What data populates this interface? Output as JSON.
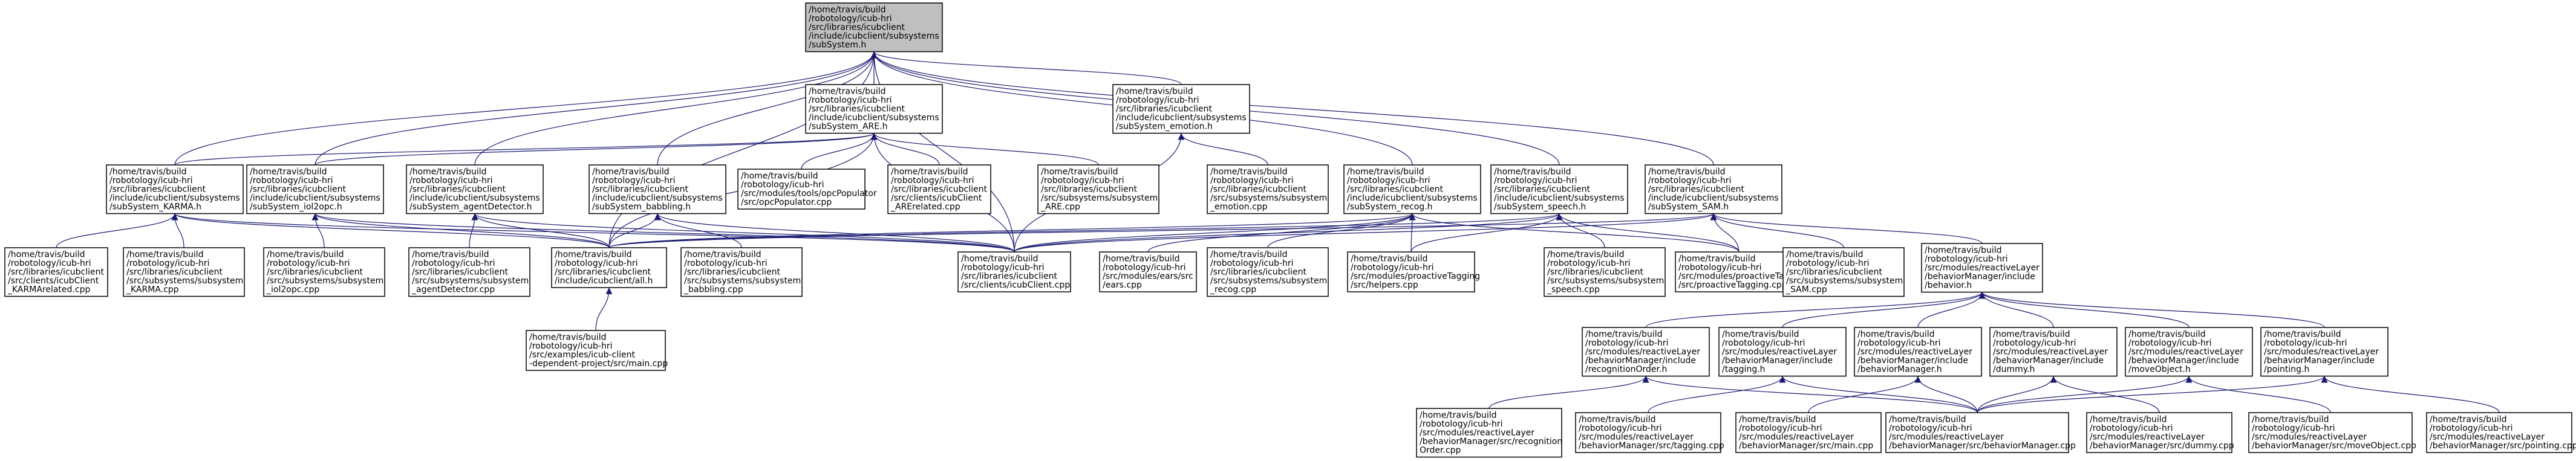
{
  "colors": {
    "edge": "#191970",
    "root_fill": "#bfbfbf",
    "node_fill": "#ffffff",
    "node_border": "#000000"
  },
  "nodes": {
    "subsystem_h": [
      "/home/travis/build",
      "/robotology/icub-hri",
      "/src/libraries/icubclient",
      "/include/icubclient/subsystems",
      "/subSystem.h"
    ],
    "ARE_h": [
      "/home/travis/build",
      "/robotology/icub-hri",
      "/src/libraries/icubclient",
      "/include/icubclient/subsystems",
      "/subSystem_ARE.h"
    ],
    "emotion_h": [
      "/home/travis/build",
      "/robotology/icub-hri",
      "/src/libraries/icubclient",
      "/include/icubclient/subsystems",
      "/subSystem_emotion.h"
    ],
    "KARMA_h": [
      "/home/travis/build",
      "/robotology/icub-hri",
      "/src/libraries/icubclient",
      "/include/icubclient/subsystems",
      "/subSystem_KARMA.h"
    ],
    "iol2opc_h": [
      "/home/travis/build",
      "/robotology/icub-hri",
      "/src/libraries/icubclient",
      "/include/icubclient/subsystems",
      "/subSystem_iol2opc.h"
    ],
    "agentDetector_h": [
      "/home/travis/build",
      "/robotology/icub-hri",
      "/src/libraries/icubclient",
      "/include/icubclient/subsystems",
      "/subSystem_agentDetector.h"
    ],
    "babbling_h": [
      "/home/travis/build",
      "/robotology/icub-hri",
      "/src/libraries/icubclient",
      "/include/icubclient/subsystems",
      "/subSystem_babbling.h"
    ],
    "opcPopulator_cpp": [
      "/home/travis/build",
      "/robotology/icub-hri",
      "/src/modules/tools/opcPopulator",
      "/src/opcPopulator.cpp"
    ],
    "AREclient_cpp": [
      "/home/travis/build",
      "/robotology/icub-hri",
      "/src/libraries/icubclient",
      "/src/clients/icubClient",
      "_ARErelated.cpp"
    ],
    "ARE_cpp": [
      "/home/travis/build",
      "/robotology/icub-hri",
      "/src/libraries/icubclient",
      "/src/subsystems/subsystem",
      "_ARE.cpp"
    ],
    "emotion_cpp": [
      "/home/travis/build",
      "/robotology/icub-hri",
      "/src/libraries/icubclient",
      "/src/subsystems/subsystem",
      "_emotion.cpp"
    ],
    "recog_h": [
      "/home/travis/build",
      "/robotology/icub-hri",
      "/src/libraries/icubclient",
      "/include/icubclient/subsystems",
      "/subSystem_recog.h"
    ],
    "speech_h": [
      "/home/travis/build",
      "/robotology/icub-hri",
      "/src/libraries/icubclient",
      "/include/icubclient/subsystems",
      "/subSystem_speech.h"
    ],
    "SAM_h": [
      "/home/travis/build",
      "/robotology/icub-hri",
      "/src/libraries/icubclient",
      "/include/icubclient/subsystems",
      "/subSystem_SAM.h"
    ],
    "KARMAclient_cpp": [
      "/home/travis/build",
      "/robotology/icub-hri",
      "/src/libraries/icubclient",
      "/src/clients/icubClient",
      "_KARMArelated.cpp"
    ],
    "KARMA_cpp": [
      "/home/travis/build",
      "/robotology/icub-hri",
      "/src/libraries/icubclient",
      "/src/subsystems/subsystem",
      "_KARMA.cpp"
    ],
    "iol2opc_cpp": [
      "/home/travis/build",
      "/robotology/icub-hri",
      "/src/libraries/icubclient",
      "/src/subsystems/subsystem",
      "_iol2opc.cpp"
    ],
    "agentDetector_cpp": [
      "/home/travis/build",
      "/robotology/icub-hri",
      "/src/libraries/icubclient",
      "/src/subsystems/subsystem",
      "_agentDetector.cpp"
    ],
    "all_h": [
      "/home/travis/build",
      "/robotology/icub-hri",
      "/src/libraries/icubclient",
      "/include/icubclient/all.h"
    ],
    "babbling_cpp": [
      "/home/travis/build",
      "/robotology/icub-hri",
      "/src/libraries/icubclient",
      "/src/subsystems/subsystem",
      "_babbling.cpp"
    ],
    "icubClient_cpp": [
      "/home/travis/build",
      "/robotology/icub-hri",
      "/src/libraries/icubclient",
      "/src/clients/icubClient.cpp"
    ],
    "ears_cpp": [
      "/home/travis/build",
      "/robotology/icub-hri",
      "/src/modules/ears/src",
      "/ears.cpp"
    ],
    "recog_cpp": [
      "/home/travis/build",
      "/robotology/icub-hri",
      "/src/libraries/icubclient",
      "/src/subsystems/subsystem",
      "_recog.cpp"
    ],
    "helpers_cpp": [
      "/home/travis/build",
      "/robotology/icub-hri",
      "/src/modules/proactiveTagging",
      "/src/helpers.cpp"
    ],
    "speech_cpp": [
      "/home/travis/build",
      "/robotology/icub-hri",
      "/src/libraries/icubclient",
      "/src/subsystems/subsystem",
      "_speech.cpp"
    ],
    "proactiveTagging_cpp": [
      "/home/travis/build",
      "/robotology/icub-hri",
      "/src/modules/proactiveTagging",
      "/src/proactiveTagging.cpp"
    ],
    "SAM_cpp": [
      "/home/travis/build",
      "/robotology/icub-hri",
      "/src/libraries/icubclient",
      "/src/subsystems/subsystem",
      "_SAM.cpp"
    ],
    "behavior_h": [
      "/home/travis/build",
      "/robotology/icub-hri",
      "/src/modules/reactiveLayer",
      "/behaviorManager/include",
      "/behavior.h"
    ],
    "main_dep_cpp": [
      "/home/travis/build",
      "/robotology/icub-hri",
      "/src/examples/icub-client",
      "-dependent-project/src/main.cpp"
    ],
    "recognitionOrder_h": [
      "/home/travis/build",
      "/robotology/icub-hri",
      "/src/modules/reactiveLayer",
      "/behaviorManager/include",
      "/recognitionOrder.h"
    ],
    "tagging_h": [
      "/home/travis/build",
      "/robotology/icub-hri",
      "/src/modules/reactiveLayer",
      "/behaviorManager/include",
      "/tagging.h"
    ],
    "behaviorManager_h": [
      "/home/travis/build",
      "/robotology/icub-hri",
      "/src/modules/reactiveLayer",
      "/behaviorManager/include",
      "/behaviorManager.h"
    ],
    "dummy_h": [
      "/home/travis/build",
      "/robotology/icub-hri",
      "/src/modules/reactiveLayer",
      "/behaviorManager/include",
      "/dummy.h"
    ],
    "moveObject_h": [
      "/home/travis/build",
      "/robotology/icub-hri",
      "/src/modules/reactiveLayer",
      "/behaviorManager/include",
      "/moveObject.h"
    ],
    "pointing_h": [
      "/home/travis/build",
      "/robotology/icub-hri",
      "/src/modules/reactiveLayer",
      "/behaviorManager/include",
      "/pointing.h"
    ],
    "recognitionOrder_cpp": [
      "/home/travis/build",
      "/robotology/icub-hri",
      "/src/modules/reactiveLayer",
      "/behaviorManager/src/recognition",
      "Order.cpp"
    ],
    "tagging_cpp": [
      "/home/travis/build",
      "/robotology/icub-hri",
      "/src/modules/reactiveLayer",
      "/behaviorManager/src/tagging.cpp"
    ],
    "bm_main_cpp": [
      "/home/travis/build",
      "/robotology/icub-hri",
      "/src/modules/reactiveLayer",
      "/behaviorManager/src/main.cpp"
    ],
    "behaviorManager_cpp": [
      "/home/travis/build",
      "/robotology/icub-hri",
      "/src/modules/reactiveLayer",
      "/behaviorManager/src/behaviorManager.cpp"
    ],
    "dummy_cpp": [
      "/home/travis/build",
      "/robotology/icub-hri",
      "/src/modules/reactiveLayer",
      "/behaviorManager/src/dummy.cpp"
    ],
    "moveObject_cpp": [
      "/home/travis/build",
      "/robotology/icub-hri",
      "/src/modules/reactiveLayer",
      "/behaviorManager/src/moveObject.cpp"
    ],
    "pointing_cpp": [
      "/home/travis/build",
      "/robotology/icub-hri",
      "/src/modules/reactiveLayer",
      "/behaviorManager/src/pointing.cpp"
    ]
  },
  "edges": [
    [
      "ARE_h",
      "subsystem_h"
    ],
    [
      "emotion_h",
      "subsystem_h"
    ],
    [
      "KARMA_h",
      "subsystem_h"
    ],
    [
      "iol2opc_h",
      "subsystem_h"
    ],
    [
      "agentDetector_h",
      "subsystem_h"
    ],
    [
      "babbling_h",
      "subsystem_h"
    ],
    [
      "recog_h",
      "subsystem_h"
    ],
    [
      "speech_h",
      "subsystem_h"
    ],
    [
      "SAM_h",
      "subsystem_h"
    ],
    [
      "all_h",
      "subsystem_h"
    ],
    [
      "icubClient_cpp",
      "subsystem_h"
    ],
    [
      "KARMA_h",
      "ARE_h"
    ],
    [
      "iol2opc_h",
      "ARE_h"
    ],
    [
      "all_h",
      "ARE_h"
    ],
    [
      "opcPopulator_cpp",
      "ARE_h"
    ],
    [
      "AREclient_cpp",
      "ARE_h"
    ],
    [
      "ARE_cpp",
      "ARE_h"
    ],
    [
      "icubClient_cpp",
      "ARE_h"
    ],
    [
      "emotion_cpp",
      "emotion_h"
    ],
    [
      "icubClient_cpp",
      "emotion_h"
    ],
    [
      "KARMAclient_cpp",
      "KARMA_h"
    ],
    [
      "KARMA_cpp",
      "KARMA_h"
    ],
    [
      "all_h",
      "KARMA_h"
    ],
    [
      "icubClient_cpp",
      "KARMA_h"
    ],
    [
      "iol2opc_cpp",
      "iol2opc_h"
    ],
    [
      "all_h",
      "iol2opc_h"
    ],
    [
      "icubClient_cpp",
      "iol2opc_h"
    ],
    [
      "agentDetector_cpp",
      "agentDetector_h"
    ],
    [
      "all_h",
      "agentDetector_h"
    ],
    [
      "icubClient_cpp",
      "agentDetector_h"
    ],
    [
      "babbling_cpp",
      "babbling_h"
    ],
    [
      "all_h",
      "babbling_h"
    ],
    [
      "icubClient_cpp",
      "babbling_h"
    ],
    [
      "all_h",
      "recog_h"
    ],
    [
      "icubClient_cpp",
      "recog_h"
    ],
    [
      "ears_cpp",
      "recog_h"
    ],
    [
      "recog_cpp",
      "recog_h"
    ],
    [
      "helpers_cpp",
      "recog_h"
    ],
    [
      "proactiveTagging_cpp",
      "recog_h"
    ],
    [
      "all_h",
      "speech_h"
    ],
    [
      "icubClient_cpp",
      "speech_h"
    ],
    [
      "speech_cpp",
      "speech_h"
    ],
    [
      "helpers_cpp",
      "speech_h"
    ],
    [
      "proactiveTagging_cpp",
      "speech_h"
    ],
    [
      "all_h",
      "SAM_h"
    ],
    [
      "icubClient_cpp",
      "SAM_h"
    ],
    [
      "SAM_cpp",
      "SAM_h"
    ],
    [
      "proactiveTagging_cpp",
      "SAM_h"
    ],
    [
      "behavior_h",
      "SAM_h"
    ],
    [
      "main_dep_cpp",
      "all_h"
    ],
    [
      "recognitionOrder_h",
      "behavior_h"
    ],
    [
      "tagging_h",
      "behavior_h"
    ],
    [
      "behaviorManager_h",
      "behavior_h"
    ],
    [
      "dummy_h",
      "behavior_h"
    ],
    [
      "moveObject_h",
      "behavior_h"
    ],
    [
      "pointing_h",
      "behavior_h"
    ],
    [
      "recognitionOrder_cpp",
      "recognitionOrder_h"
    ],
    [
      "behaviorManager_cpp",
      "recognitionOrder_h"
    ],
    [
      "tagging_cpp",
      "tagging_h"
    ],
    [
      "behaviorManager_cpp",
      "tagging_h"
    ],
    [
      "bm_main_cpp",
      "behaviorManager_h"
    ],
    [
      "behaviorManager_cpp",
      "behaviorManager_h"
    ],
    [
      "dummy_cpp",
      "dummy_h"
    ],
    [
      "behaviorManager_cpp",
      "dummy_h"
    ],
    [
      "moveObject_cpp",
      "moveObject_h"
    ],
    [
      "behaviorManager_cpp",
      "moveObject_h"
    ],
    [
      "pointing_cpp",
      "pointing_h"
    ],
    [
      "behaviorManager_cpp",
      "pointing_h"
    ]
  ]
}
